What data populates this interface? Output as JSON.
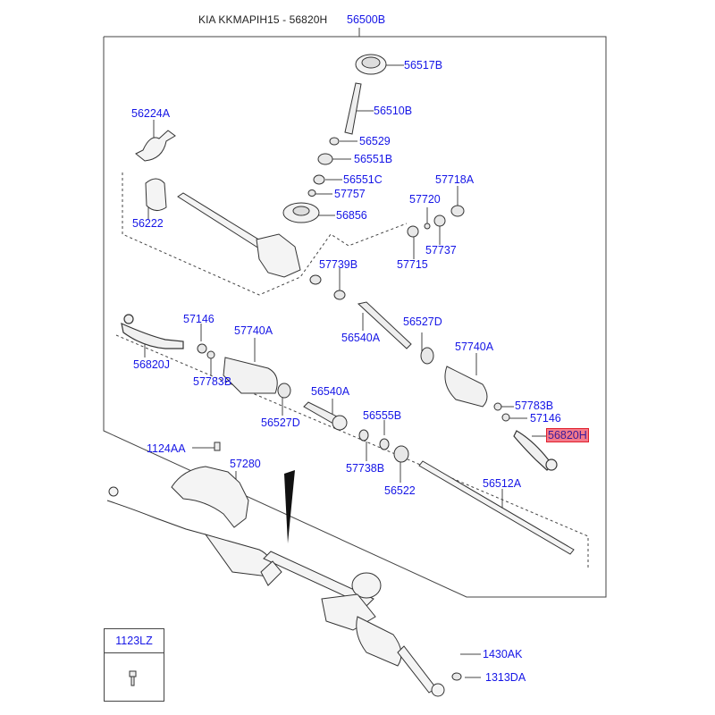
{
  "header": {
    "title": "KIA KKMAPIH15 - 56820H",
    "assembly_part": "56500B"
  },
  "highlighted_part": "56820H",
  "colors": {
    "label": "#1515e6",
    "highlight_fill": "#f47a8a",
    "highlight_border": "#e0202c",
    "line": "#444444"
  },
  "parts": [
    {
      "id": "56517B"
    },
    {
      "id": "56510B"
    },
    {
      "id": "56529"
    },
    {
      "id": "56551B"
    },
    {
      "id": "56551C"
    },
    {
      "id": "57757"
    },
    {
      "id": "56856"
    },
    {
      "id": "56224A"
    },
    {
      "id": "56222"
    },
    {
      "id": "57718A"
    },
    {
      "id": "57720"
    },
    {
      "id": "57737"
    },
    {
      "id": "57715"
    },
    {
      "id": "57739B"
    },
    {
      "id": "57146"
    },
    {
      "id": "57740A"
    },
    {
      "id": "56820J"
    },
    {
      "id": "57783B"
    },
    {
      "id": "56527D"
    },
    {
      "id": "56540A"
    },
    {
      "id": "56527D"
    },
    {
      "id": "57740A"
    },
    {
      "id": "56540A"
    },
    {
      "id": "56555B"
    },
    {
      "id": "57783B"
    },
    {
      "id": "57146"
    },
    {
      "id": "56820H"
    },
    {
      "id": "57738B"
    },
    {
      "id": "56522"
    },
    {
      "id": "56512A"
    },
    {
      "id": "1124AA"
    },
    {
      "id": "57280"
    },
    {
      "id": "1430AK"
    },
    {
      "id": "1313DA"
    }
  ],
  "legend_box": {
    "part": "1123LZ"
  }
}
